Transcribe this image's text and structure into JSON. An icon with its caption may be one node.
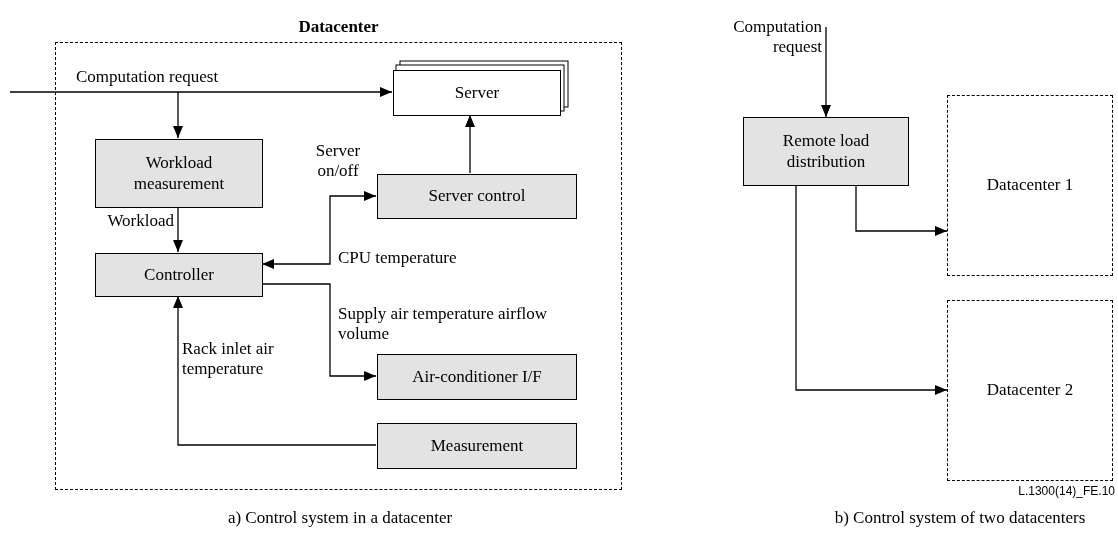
{
  "diagram": {
    "nodes": [
      {
        "text": [
          "Datacenter"
        ]
      },
      {
        "text": [
          "Server"
        ],
        "in": 0
      },
      {
        "text": [
          "Workload measurement"
        ],
        "in": 0
      },
      {
        "text": [
          "Server control"
        ],
        "in": 0
      },
      {
        "text": [
          "Controller"
        ],
        "in": 0
      },
      {
        "text": [
          "Air-conditioner I/F"
        ],
        "in": 0
      },
      {
        "text": [
          "Measurement"
        ],
        "in": 0
      },
      {
        "text": [
          "Remote load distribution"
        ]
      },
      {
        "text": [
          "Datacenter 1"
        ]
      },
      {
        "text": [
          "Datacenter 2"
        ]
      }
    ],
    "edges": [
      {
        "from": null,
        "to": 1,
        "arrow": "to",
        "label": "Computation request"
      },
      {
        "from": null,
        "to": 2,
        "arrow": "to"
      },
      {
        "from": 2,
        "to": 4,
        "arrow": "to",
        "label": "Workload"
      },
      {
        "from": 4,
        "to": 3,
        "arrow": "both",
        "label": "Server on/off"
      },
      {
        "from": 3,
        "to": 1,
        "arrow": "to"
      },
      {
        "from": 4,
        "to": 5,
        "arrow": "to",
        "label": "Supply air temperature airflow volume"
      },
      {
        "from": 6,
        "to": 4,
        "arrow": "to",
        "label": "Rack inlet air temperature"
      },
      {
        "from": null,
        "to": 7,
        "arrow": "to",
        "label": "Computation request"
      },
      {
        "from": 7,
        "to": 8,
        "arrow": "to"
      },
      {
        "from": 7,
        "to": 9,
        "arrow": "to"
      }
    ],
    "labels": [
      "CPU temperature",
      "L.1300(14)_FE.10",
      "a) Control system in a datacenter",
      "b) Control system of two datacenters"
    ]
  }
}
